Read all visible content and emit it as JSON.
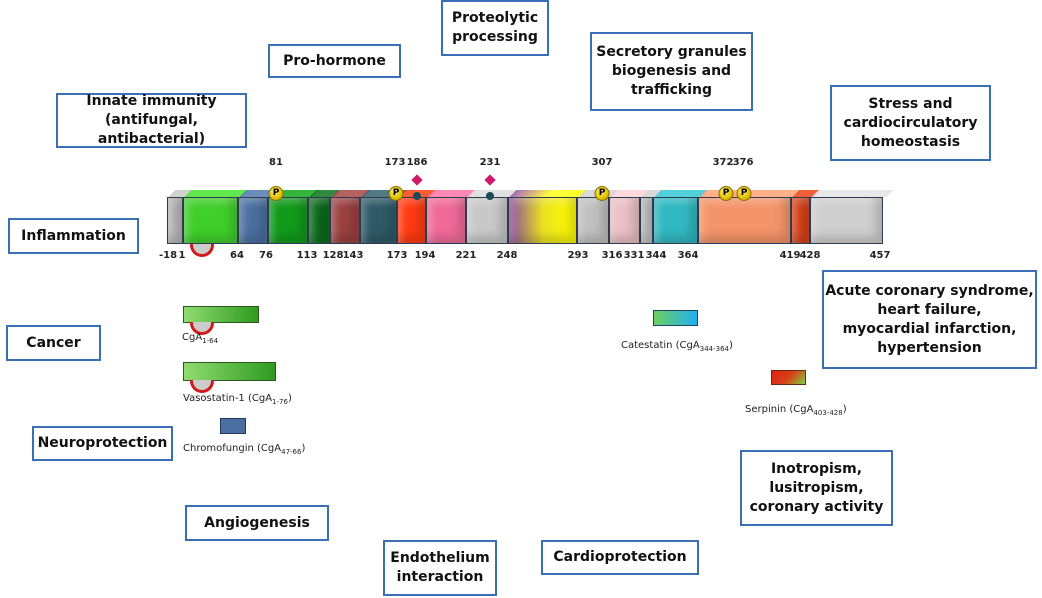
{
  "boxes": {
    "pro_hormone": "Pro-hormone",
    "proteolytic": "Proteolytic\nprocessing",
    "secretory": "Secretory granules\nbiogenesis and\ntrafficking",
    "innate": "Innate immunity\n(antifungal, antibacterial)",
    "stress": "Stress and\ncardiocirculatory\nhomeostasis",
    "inflammation": "Inflammation",
    "acute": "Acute coronary syndrome,\nheart failure,\nmyocardial infarction,\nhypertension",
    "cancer": "Cancer",
    "neuro": "Neuroprotection",
    "inotropism": "Inotropism,\nlusitropism,\ncoronary activity",
    "angiogenesis": "Angiogenesis",
    "endothelium": "Endothelium\ninteraction",
    "cardioprotection": "Cardioprotection"
  },
  "bottom_ticks": [
    "-18",
    "1",
    "64",
    "76",
    "113",
    "128",
    "143",
    "173",
    "194",
    "221",
    "248",
    "293",
    "316",
    "331",
    "344",
    "364",
    "419",
    "428",
    "457"
  ],
  "top_ticks": [
    "81",
    "173",
    "186",
    "231",
    "307",
    "372",
    "376"
  ],
  "phospho_label": "P",
  "segment_colors": [
    "#b8b8b8",
    "#3fcf2a",
    "#4a6fa0",
    "#109a1a",
    "#0b6a1a",
    "#9a4040",
    "#2d5a66",
    "#ff3a10",
    "#f06a98",
    "#c8c8c8",
    "#e8e020",
    "#c0c0c0",
    "#eac0c4",
    "#c0c0c0",
    "#30b8c0",
    "#f4946a",
    "#d84018",
    "#cfcfcf"
  ],
  "peptides": {
    "cga164_base": "CgA",
    "cga164_sub": "1-64",
    "vasostatin_base": "Vasostatin-1 (CgA",
    "vasostatin_sub": "1-76",
    "vasostatin_end": ")",
    "chromofungin_base": "Chromofungin (CgA",
    "chromofungin_sub": "47-66",
    "chromofungin_end": ")",
    "catestatin_base": "Catestatin (CgA",
    "catestatin_sub": "344-364",
    "catestatin_end": ")",
    "serpinin_base": "Serpinin (CgA",
    "serpinin_sub": "403-428",
    "serpinin_end": ")"
  }
}
